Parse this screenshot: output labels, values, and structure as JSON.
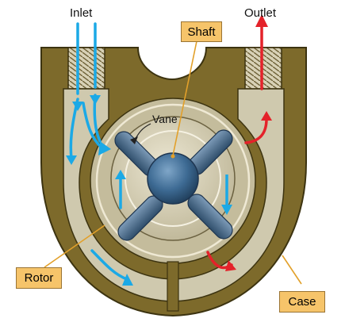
{
  "labels": {
    "inlet": "Inlet",
    "outlet": "Outlet",
    "shaft": "Shaft",
    "vane": "Vane",
    "rotor": "Rotor",
    "case": "Case"
  },
  "colors": {
    "case_fill": "#7d6a2b",
    "case_stroke": "#3c3310",
    "channel_fill": "#cfc9ae",
    "rotor_fill": "#ddd6bf",
    "shaft_fill": "#3d6a93",
    "vane_fill": "#4a6d8c",
    "inlet_flow": "#1ba9e6",
    "outlet_flow": "#e4222a",
    "label_box": "#f6c46a",
    "leader_line": "#e2a02a"
  },
  "icons": {
    "inlet_flow": "arrow-down-blue",
    "outlet_flow": "arrow-up-red",
    "pointer": "leader-line"
  }
}
